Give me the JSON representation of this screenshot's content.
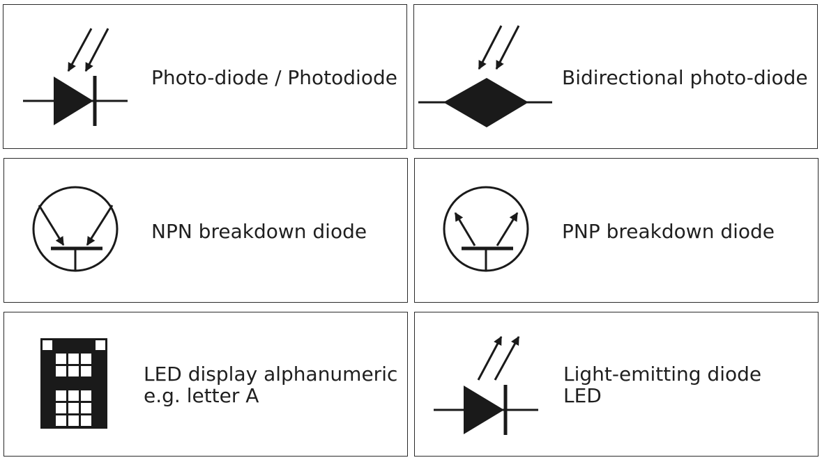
{
  "colors": {
    "ink": "#1a1a1a",
    "border": "#2a2a2a",
    "background": "#ffffff"
  },
  "cells": [
    {
      "symbol": "photodiode-icon",
      "label": "Photo-diode / Photodiode"
    },
    {
      "symbol": "bidirectional-photodiode-icon",
      "label": "Bidirectional photo-diode"
    },
    {
      "symbol": "npn-breakdown-diode-icon",
      "label": "NPN breakdown diode"
    },
    {
      "symbol": "pnp-breakdown-diode-icon",
      "label": "PNP breakdown diode"
    },
    {
      "symbol": "led-display-alphanumeric-icon",
      "label_lines": [
        "LED display alphanumeric",
        "e.g. letter A"
      ]
    },
    {
      "symbol": "light-emitting-diode-icon",
      "label_lines": [
        "Light-emitting diode",
        "LED"
      ]
    }
  ]
}
